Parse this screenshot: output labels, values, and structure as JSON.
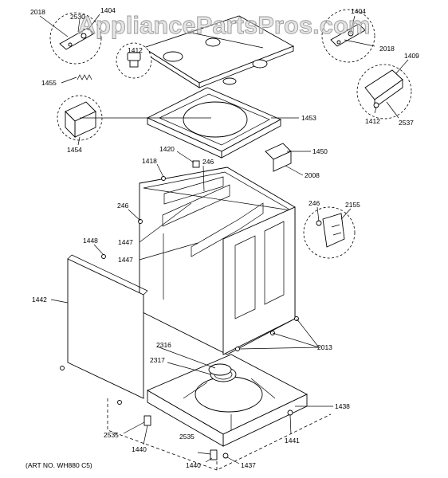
{
  "watermark": "AppliancePartsPros.com",
  "art_number": "(ART NO. WH880 C5)",
  "callouts": {
    "c2018a": "2018",
    "c2530": "2530",
    "c1404a": "1404",
    "c1412a": "1412",
    "c1455": "1455",
    "c1404b": "1404",
    "c2018b": "2018",
    "c1409": "1409",
    "c1412b": "1412",
    "c2537": "2537",
    "c1453": "1453",
    "c1454": "1454",
    "c1420": "1420",
    "c1418": "1418",
    "c246a": "246",
    "c1450": "1450",
    "c2008": "2008",
    "c246b": "246",
    "c246c": "246",
    "c2155": "2155",
    "c1447a": "1447",
    "c1448": "1448",
    "c1447b": "1447",
    "c1442": "1442",
    "c2316": "2316",
    "c2317": "2317",
    "c2013": "2013",
    "c1438": "1438",
    "c2535a": "2535",
    "c1440a": "1440",
    "c1441": "1441",
    "c2535b": "2535",
    "c1440b": "1440",
    "c1437": "1437"
  }
}
